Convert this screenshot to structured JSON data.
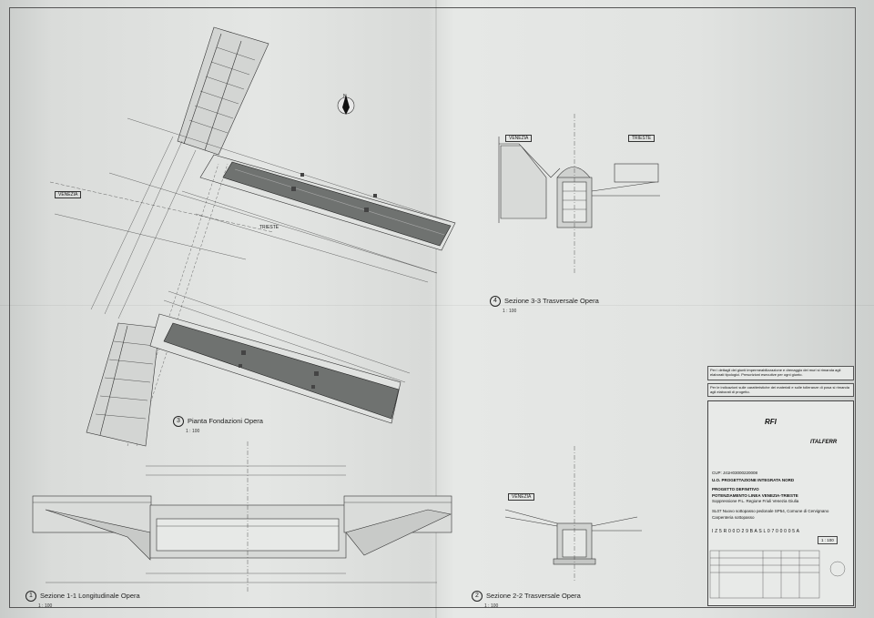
{
  "views": {
    "plan": {
      "number": "3",
      "title": "Pianta Fondazioni Opera",
      "scale": "1 : 100"
    },
    "sec11": {
      "number": "1",
      "title": "Sezione 1-1 Longitudinale Opera",
      "scale": "1 : 100"
    },
    "sec22": {
      "number": "2",
      "title": "Sezione 2-2 Trasversale Opera",
      "scale": "1 : 100"
    },
    "sec33": {
      "number": "4",
      "title": "Sezione 3-3 Trasversale Opera",
      "scale": "1 : 100"
    }
  },
  "labels": {
    "venezia": "VENEZIA",
    "trieste": "TRIESTE",
    "north": "N"
  },
  "title_block": {
    "rfi": "RFI",
    "italferr": "ITALFERR",
    "cup": "CUP: J41H03000220008",
    "uo": "U.O. PROGETTAZIONE INTEGRATA NORD",
    "project": "PROGETTO DEFINITIVO",
    "line1": "POTENZIAMENTO LINEA VENEZIA-TRIESTE",
    "line2": "Soppressione P.L. Regione Friuli Venezia Giulia",
    "desc1": "SL07 Nuovo sottopasso pedonale SP54, Comune di Cervignano",
    "desc2": "Carpenteria sottopasso",
    "code": "I Z 5 R   0 0   D   2 9   B A   S L 0 7 0 0   0 0 5   A",
    "scale": "1 : 100"
  },
  "notes": {
    "n1": "Per i dettagli dei giunti impermeabilizzazione e drenaggio dei muri si rimanda agli elaborati tipologici. Prescrizioni esecutive per ogni giunto.",
    "n2": "Per le indicazioni sulle caratteristiche dei materiali e sulle tolleranze di posa si rimanda agli elaborati di progetto."
  }
}
